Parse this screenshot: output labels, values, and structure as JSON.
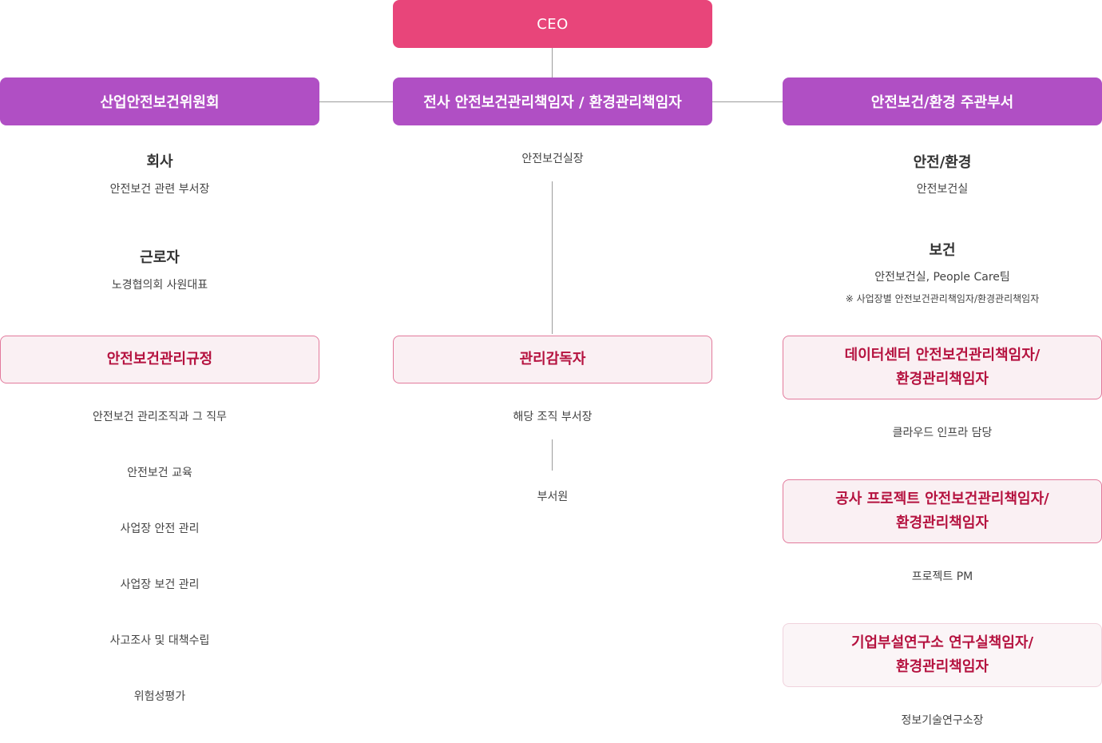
{
  "ceo": "CEO",
  "left": {
    "header": "산업안전보건위원회",
    "company": {
      "title": "회사",
      "desc": "안전보건 관련 부서장"
    },
    "worker": {
      "title": "근로자",
      "desc": "노경협의회 사원대표"
    },
    "regulation": "안전보건관리규정",
    "items": [
      "안전보건 관리조직과 그 직무",
      "안전보건 교육",
      "사업장 안전 관리",
      "사업장 보건 관리",
      "사고조사 및 대책수립",
      "위험성평가"
    ]
  },
  "center": {
    "header": "전사 안전보건관리책임자 / 환경관리책임자",
    "office_head": "안전보건실장",
    "supervisor": "관리감독자",
    "dept_head": "해당 조직 부서장",
    "member": "부서원"
  },
  "right": {
    "header": "안전보건/환경 주관부서",
    "safety": {
      "title": "안전/환경",
      "desc": "안전보건실"
    },
    "health": {
      "title": "보건",
      "desc": "안전보건실, People Care팀",
      "note": "※ 사업장별 안전보건관리책임자/환경관리책임자"
    },
    "datacenter": {
      "line1": "데이터센터 안전보건관리책임자/",
      "line2": "환경관리책임자",
      "desc": "클라우드 인프라 담당"
    },
    "construction": {
      "line1": "공사 프로젝트 안전보건관리책임자/",
      "line2": "환경관리책임자",
      "desc": "프로젝트 PM"
    },
    "research": {
      "line1": "기업부설연구소 연구실책임자/",
      "line2": "환경관리책임자",
      "desc": "정보기술연구소장"
    }
  },
  "colors": {
    "ceo": "#e8457a",
    "header": "#b04fc4",
    "sub_box_border": "#e27a9c",
    "sub_box_text": "#b5123f",
    "connector": "#9c9c9c"
  }
}
